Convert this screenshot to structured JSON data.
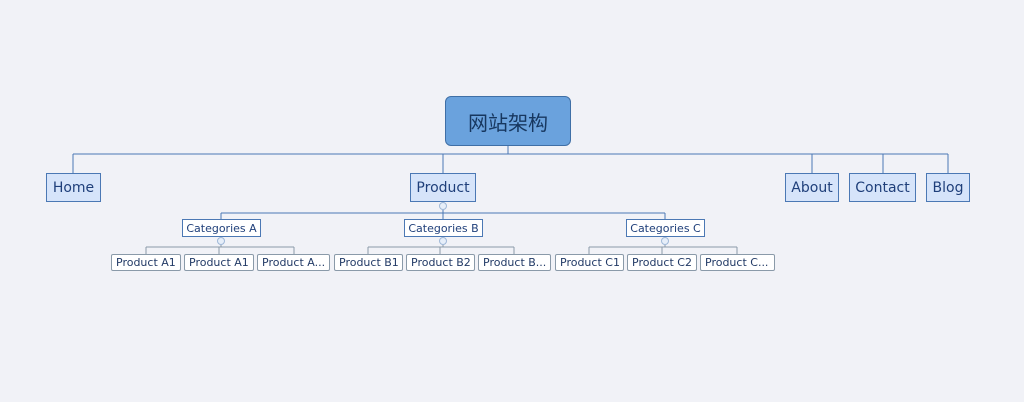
{
  "root": {
    "label": "网站架构"
  },
  "main_nodes": {
    "home": "Home",
    "product": "Product",
    "about": "About",
    "contact": "Contact",
    "blog": "Blog"
  },
  "categories": [
    {
      "label": "Categories A",
      "products": [
        "Product A1",
        "Product A1",
        "Product A..."
      ]
    },
    {
      "label": "Categories B",
      "products": [
        "Product B1",
        "Product B2",
        "Product B..."
      ]
    },
    {
      "label": "Categories C",
      "products": [
        "Product C1",
        "Product C2",
        "Product C..."
      ]
    }
  ],
  "colors": {
    "background": "#f1f2f7",
    "root_fill": "#6aa2dd",
    "level1_fill": "#d6e4fa",
    "connector": "#4b78b4",
    "leaf_border": "#8a9aa9"
  }
}
